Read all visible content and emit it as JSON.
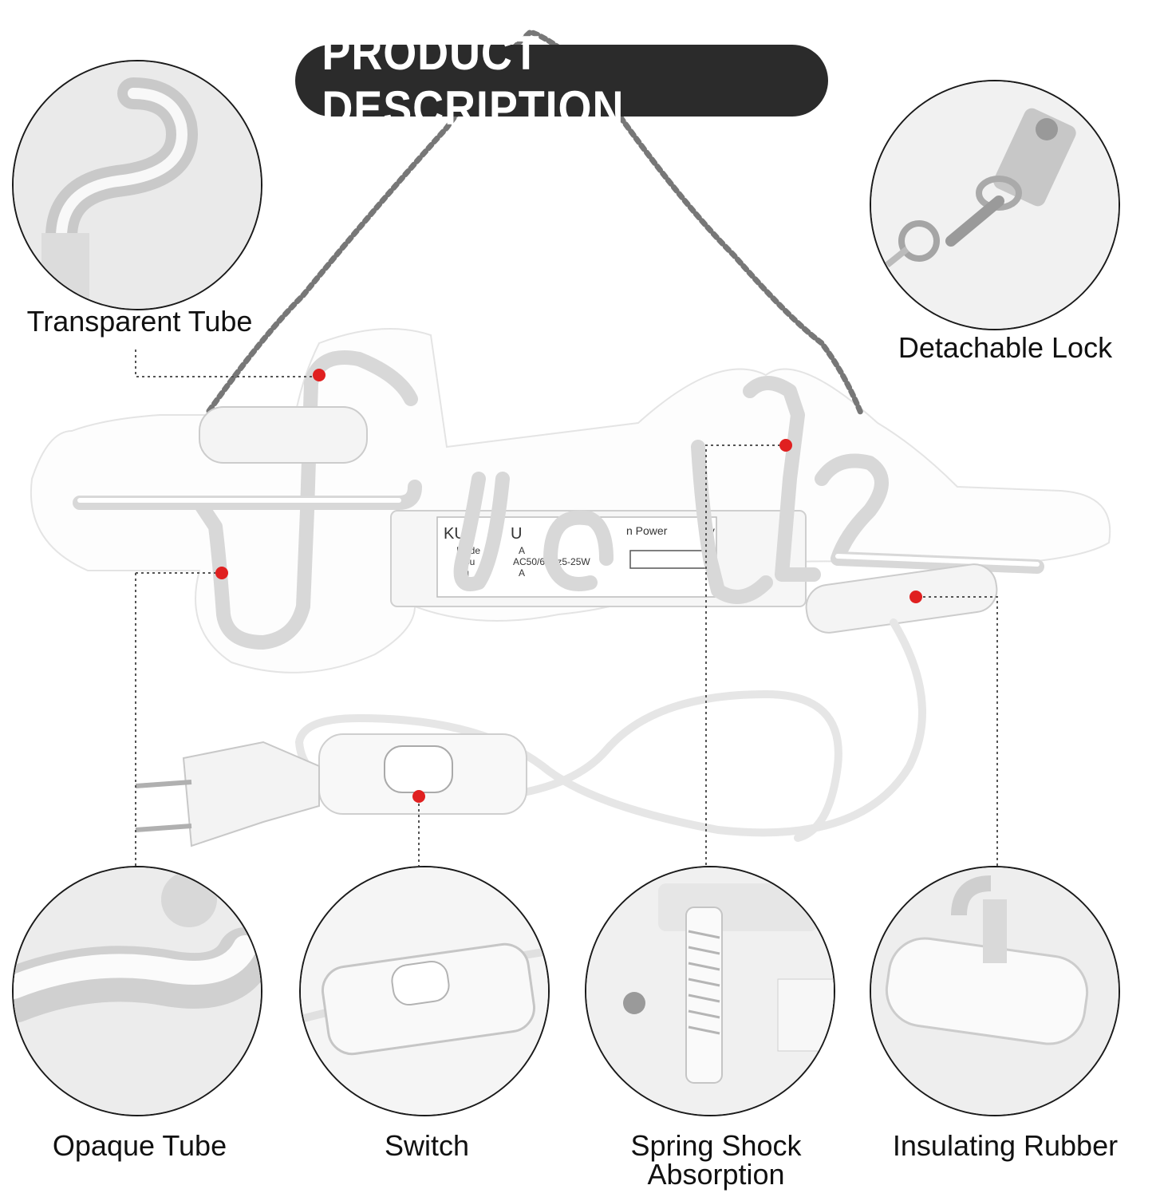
{
  "title": "PRODUCT DESCRIPTION",
  "labels": {
    "transparent_tube": "Transparent Tube",
    "detachable_lock": "Detachable Lock",
    "opaque_tube": "Opaque Tube",
    "switch": "Switch",
    "spring_line1": "Spring Shock",
    "spring_line2": "Absorption",
    "insulating_rubber": "Insulating Rubber"
  },
  "power_supply_label": {
    "brand": "KU",
    "brand_tail": "U",
    "title": "n Power",
    "title_tail": "ply",
    "model": "Mode",
    "input": "Inpu",
    "input_value": "AC50/60Hz5-25W",
    "output": "Ou",
    "unit_a1": "A",
    "unit_a2": "A"
  },
  "colors": {
    "badge": "#2b2b2b",
    "badge_text": "#ffffff",
    "marker": "#e02020",
    "leader": "#555555"
  }
}
